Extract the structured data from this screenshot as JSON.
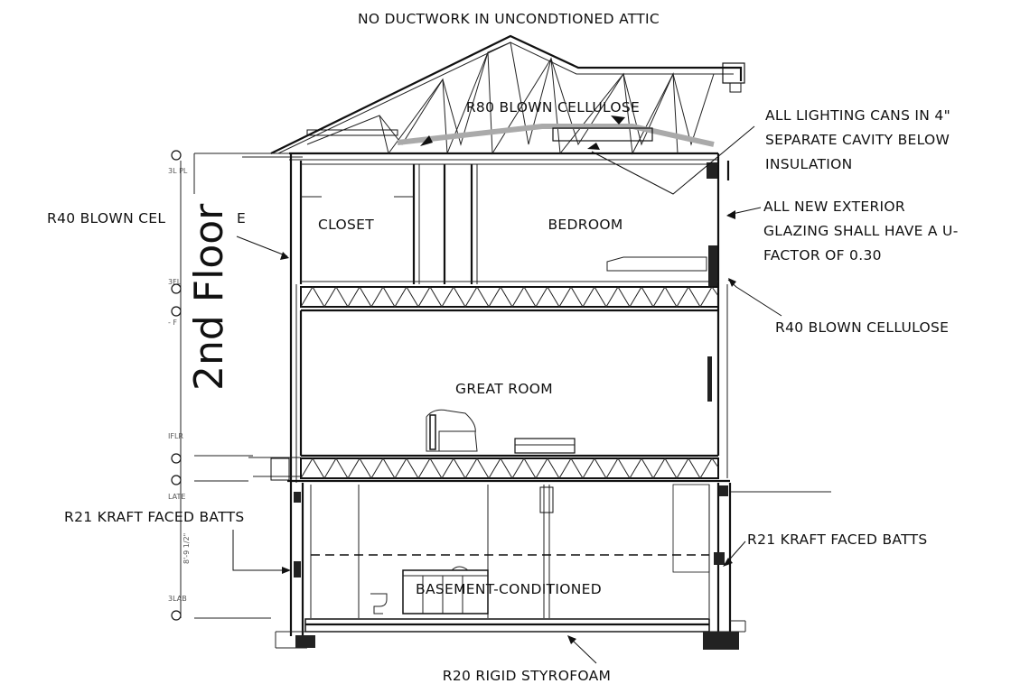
{
  "notes": {
    "attic": "NO DUCTWORK IN UNCONDTIONED ATTIC",
    "r80": "R80 BLOWN CELLULOSE",
    "lighting_cans": [
      "ALL LIGHTING CANS IN 4\"",
      "SEPARATE CAVITY BELOW",
      "INSULATION"
    ],
    "glazing": [
      "ALL NEW EXTERIOR",
      "GLAZING SHALL HAVE A U-",
      "FACTOR OF 0.30"
    ],
    "r40_left": "R40 BLOWN CEL",
    "r40_left_tail": "E",
    "r40_right": "R40 BLOWN CELLULOSE",
    "r21_left": "R21 KRAFT FACED BATTS",
    "r21_right": "R21 KRAFT FACED BATTS",
    "r20": "R20 RIGID STYROFOAM"
  },
  "rooms": {
    "closet": "CLOSET",
    "bedroom": "BEDROOM",
    "great_room": "GREAT ROOM",
    "basement": "BASEMENT-CONDITIONED"
  },
  "level_markers": {
    "top_plate": "3L PL",
    "bfl": "3FL",
    "f": "- F",
    "flr": "IFLR",
    "plate": "LATE",
    "dim": "8'-9 1/2\"",
    "slab": "3LAB"
  },
  "floor_title": "2nd Floor"
}
